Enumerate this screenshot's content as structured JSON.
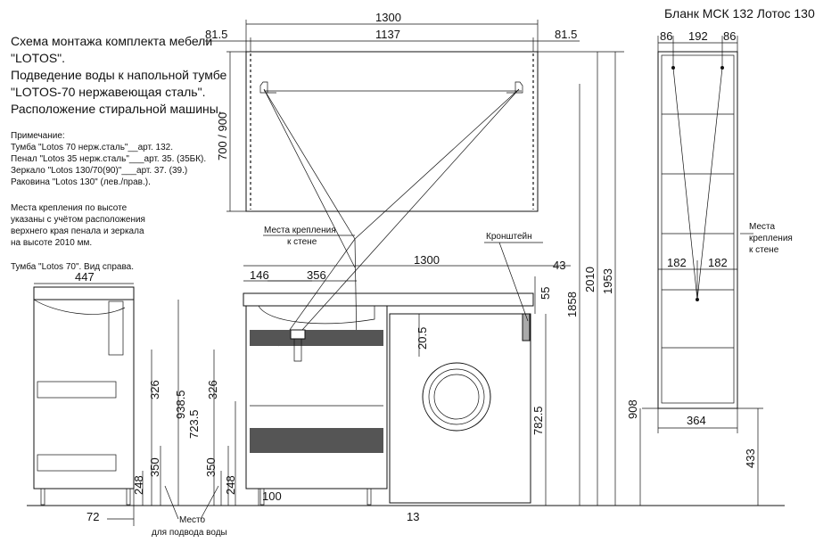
{
  "header": {
    "form_title": "Бланк МСК 132 Лотос 130"
  },
  "intro": {
    "lines": [
      "Схема монтажа комплекта мебели",
      "\"LOTOS\".",
      "Подведение воды к напольной тумбе",
      "\"LOTOS-70 нержавеющая сталь\".",
      "Расположение стиральной машины."
    ]
  },
  "notes": {
    "title": "Примечание:",
    "items": [
      "Тумба \"Lotos 70 нерж.сталь\"__арт. 132.",
      "Пенал \"Lotos 35 нерж.сталь\"___арт. 35. (35БК).",
      "Зеркало \"Lotos 130/70(90)\"___арт. 37. (39.)",
      "Раковина \"Lotos 130\" (лев./прав.)."
    ]
  },
  "mount_note": {
    "lines": [
      "Места крепления по высоте",
      "указаны с учётом расположения",
      "верхнего края пенала и зеркала",
      "на высоте 2010 мм."
    ]
  },
  "labels": {
    "side_view": "Тумба \"Lotos 70\".  Вид  справа.",
    "wall_mount_1": "Места крепления",
    "wall_mount_2": "к стене",
    "bracket": "Кронштейн",
    "cabinet_mount_1": "Места",
    "cabinet_mount_2": "крепления",
    "cabinet_mount_3": "к стене",
    "water_1": "Место",
    "water_2": "для подвода воды"
  },
  "dims": {
    "mirror_total": "1300",
    "mirror_inner": "1137",
    "mirror_left": "81.5",
    "mirror_right": "81.5",
    "mirror_height": "700 / 900",
    "pen_left": "86",
    "pen_mid": "192",
    "pen_right": "86",
    "pen_shelf_left": "182",
    "pen_shelf_right": "182",
    "pen_width": "364",
    "pen_base": "908",
    "pen_top": "1953",
    "pen_floor": "433",
    "top_offset": "146",
    "tap": "356",
    "counter": "1300",
    "overhang": "43",
    "counter_thk": "55",
    "bracket_h": "1858",
    "total_h": "2010",
    "gap": "20.5",
    "machine_h": "782.5",
    "side_depth": "447",
    "side_326": "326",
    "side_9385": "938.5",
    "side_350": "350",
    "side_248": "248",
    "side_72": "72",
    "front_326": "326",
    "front_7235": "723.5",
    "front_350": "350",
    "front_248": "248",
    "leg": "100",
    "gap_13": "13"
  },
  "colors": {
    "line": "#111111",
    "background": "#ffffff"
  }
}
